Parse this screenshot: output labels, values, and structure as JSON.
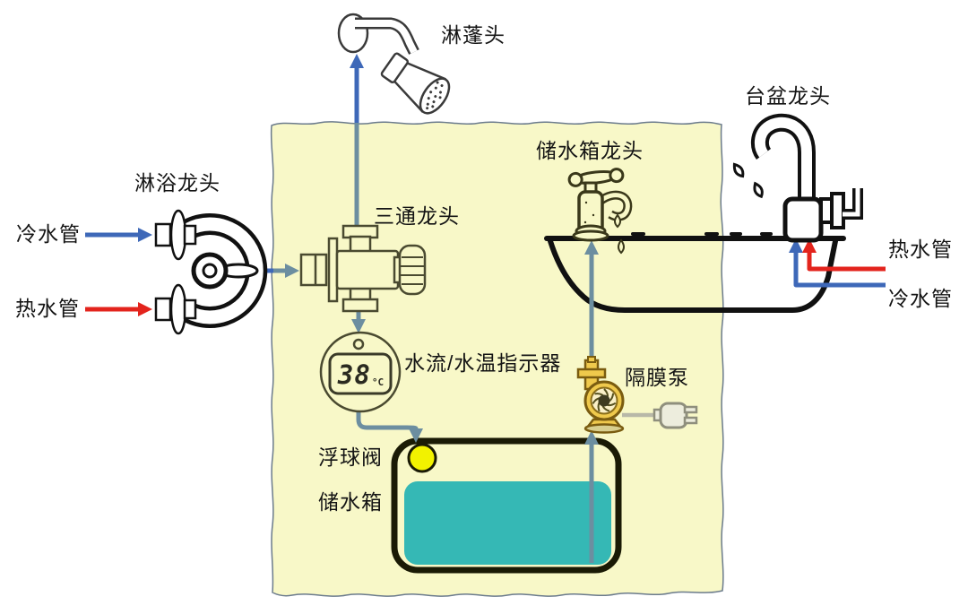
{
  "colors": {
    "panel_fill": "#F8F8C8",
    "panel_border": "#6B7B8C",
    "arrow_blue": "#3E68B8",
    "arrow_slate": "#6C8EA0",
    "arrow_red": "#E3241D",
    "water_teal": "#35B8B5",
    "tank_outline": "#1A1A05",
    "float_yellow": "#F2F200",
    "pump_gold": "#EFC94C",
    "line_art": "#111111"
  },
  "labels": {
    "shower_head": "淋蓬头",
    "basin_faucet": "台盆龙头",
    "tank_faucet": "储水箱龙头",
    "shower_faucet": "淋浴龙头",
    "cold_pipe_left": "冷水管",
    "hot_pipe_left": "热水管",
    "three_way_valve": "三通龙头",
    "flow_temp_indicator": "水流/水温指示器",
    "diaphragm_pump": "隔膜泵",
    "float_valve": "浮球阀",
    "storage_tank": "储水箱",
    "hot_pipe_right": "热水管",
    "cold_pipe_right": "冷水管"
  },
  "indicator_display": {
    "value": "38",
    "unit": "°C"
  }
}
